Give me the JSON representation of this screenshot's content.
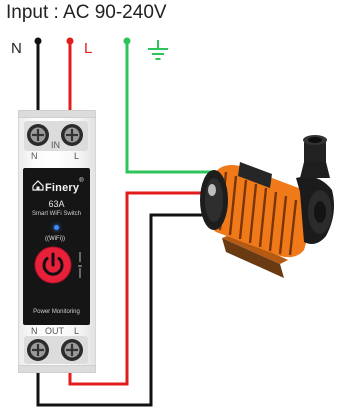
{
  "title": "Input : AC 90-240V",
  "terminals": {
    "neutral": "N",
    "live": "L",
    "ground_icon": "ground-icon"
  },
  "device": {
    "in_label": "IN",
    "in_n": "N",
    "in_l": "L",
    "out_label": "OUT",
    "out_n": "N",
    "out_l": "L",
    "brand": "Finery",
    "trademark": "®",
    "rating": "63A",
    "name": "Smart WiFi Switch",
    "wifi_indicator": "((WiFi))",
    "function": "Power Monitoring",
    "power_icon": "power-button-icon",
    "home_icon": "home-logo-icon",
    "accent_color": "#e8203a"
  },
  "wires": {
    "neutral_color": "#111111",
    "live_color": "#e21b1b",
    "ground_color": "#2fc45a"
  },
  "load": {
    "icon": "water-pump-motor-icon",
    "body_color": "#f07a1a"
  }
}
